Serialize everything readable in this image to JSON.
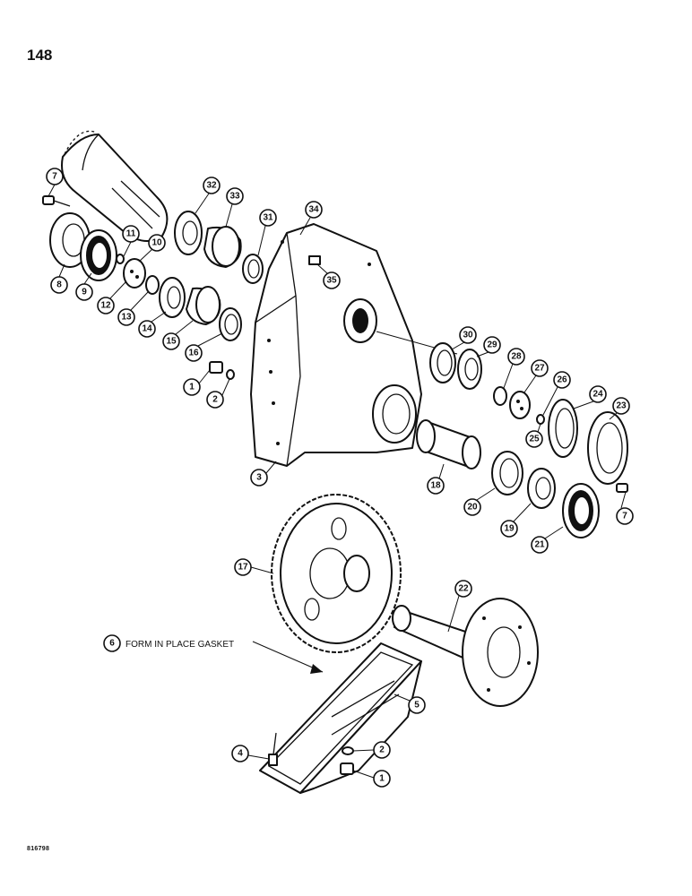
{
  "page": {
    "number": "148",
    "drawing_code": "816798"
  },
  "note": {
    "callout": "6",
    "text": "FORM IN PLACE GASKET"
  },
  "callouts": [
    "7",
    "8",
    "9",
    "11",
    "10",
    "12",
    "13",
    "14",
    "15",
    "16",
    "32",
    "33",
    "31",
    "34",
    "35",
    "1",
    "2",
    "3",
    "30",
    "29",
    "28",
    "27",
    "26",
    "25",
    "24",
    "23",
    "18",
    "20",
    "19",
    "21",
    "7",
    "17",
    "22",
    "5",
    "4",
    "2",
    "1"
  ],
  "parts": [
    "drive-axle",
    "cap",
    "seal",
    "bolt",
    "washer",
    "retainer",
    "shim",
    "bearing-cone",
    "bearing-cup",
    "seal-ring",
    "housing",
    "plug",
    "gasket-plate",
    "sleeve",
    "gear",
    "output-shaft",
    "pan"
  ]
}
